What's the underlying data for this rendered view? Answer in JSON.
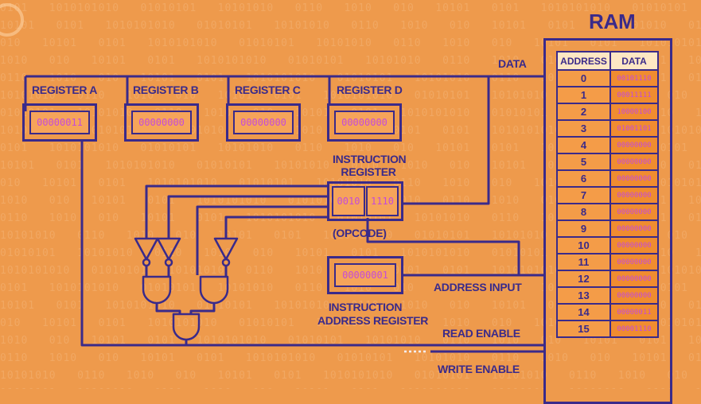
{
  "ram": {
    "title": "RAM",
    "headers": {
      "address": "ADDRESS",
      "data": "DATA"
    },
    "rows": [
      {
        "address": "0",
        "data": "00101110"
      },
      {
        "address": "1",
        "data": "00011111"
      },
      {
        "address": "2",
        "data": "10000100"
      },
      {
        "address": "3",
        "data": "01001101"
      },
      {
        "address": "4",
        "data": "00000000"
      },
      {
        "address": "5",
        "data": "00000000"
      },
      {
        "address": "6",
        "data": "00000000"
      },
      {
        "address": "7",
        "data": "00000000"
      },
      {
        "address": "8",
        "data": "00000000"
      },
      {
        "address": "9",
        "data": "00000000"
      },
      {
        "address": "10",
        "data": "00000000"
      },
      {
        "address": "11",
        "data": "00000000"
      },
      {
        "address": "12",
        "data": "00000000"
      },
      {
        "address": "13",
        "data": "00000000"
      },
      {
        "address": "14",
        "data": "00000011"
      },
      {
        "address": "15",
        "data": "00001110"
      }
    ]
  },
  "registers": [
    {
      "label": "REGISTER A",
      "value": "00000011"
    },
    {
      "label": "REGISTER B",
      "value": "00000000"
    },
    {
      "label": "REGISTER C",
      "value": "00000000"
    },
    {
      "label": "REGISTER D",
      "value": "00000000"
    }
  ],
  "instruction_register": {
    "label_line1": "INSTRUCTION",
    "label_line2": "REGISTER",
    "opcode": "0010",
    "operand": "1110",
    "opcode_label": "(OPCODE)"
  },
  "instruction_address_register": {
    "value": "00000001",
    "label_line1": "INSTRUCTION",
    "label_line2": "ADDRESS REGISTER"
  },
  "bus_labels": {
    "data": "DATA",
    "address_input": "ADDRESS INPUT",
    "read_enable": "READ ENABLE",
    "write_enable": "WRITE ENABLE"
  },
  "colors": {
    "background": "#EE9A4C",
    "wire": "#3A2A8A",
    "value_text": "#C54BD9"
  }
}
